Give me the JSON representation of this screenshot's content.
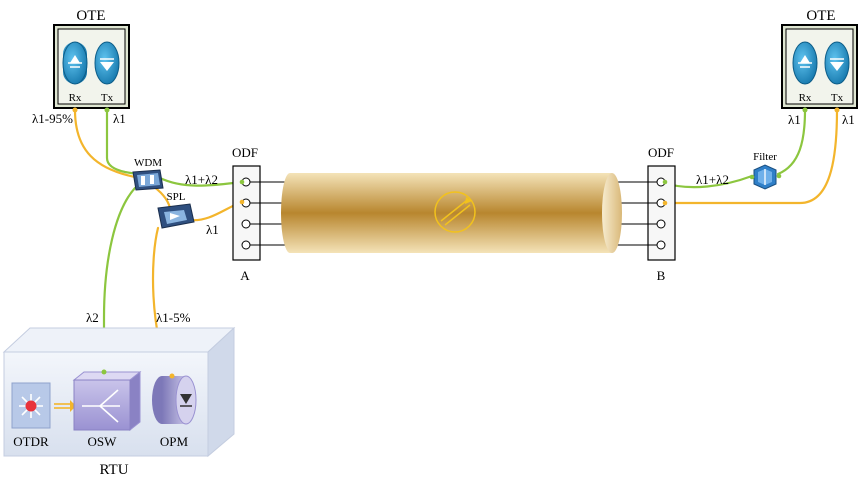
{
  "ote_left": {
    "title": "OTE",
    "rx": "Rx",
    "tx": "Tx"
  },
  "ote_right": {
    "title": "OTE",
    "rx": "Rx",
    "tx": "Tx"
  },
  "wdm_label": "WDM",
  "spl_label": "SPL",
  "filter_label": "Filter",
  "odf_left": {
    "title": "ODF",
    "caption": "A"
  },
  "odf_right": {
    "title": "ODF",
    "caption": "B"
  },
  "signals": {
    "left_rx": "λ1-95%",
    "left_tx": "λ1",
    "combined_left": "λ1+λ2",
    "spl_out": "λ1",
    "rtu_l2": "λ2",
    "rtu_l1": "λ1-5%",
    "combined_right": "λ1+λ2",
    "right_rx": "λ1",
    "right_tx": "λ1"
  },
  "rtu": {
    "title": "RTU",
    "otdr": "OTDR",
    "osw": "OSW",
    "opm": "OPM"
  },
  "colors": {
    "green_fiber": "#8cc63f",
    "yellow_fiber": "#f3b52c",
    "ote_frame": "#000000",
    "ote_fill": "#dfe6d2",
    "transceiver": "#1e9bd0",
    "rtu_box": "#e6ecf5",
    "cable": "#c8a25a"
  }
}
